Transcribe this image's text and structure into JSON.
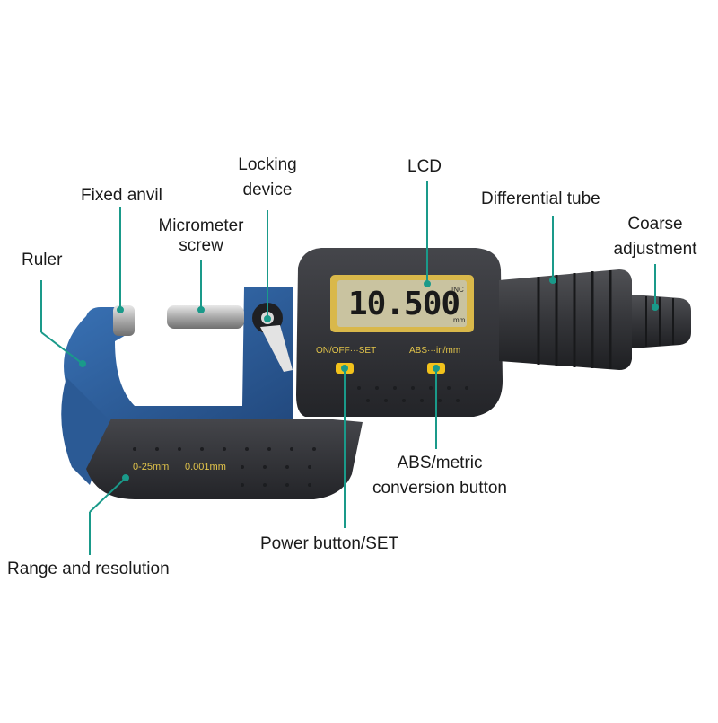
{
  "labels": {
    "ruler": "Ruler",
    "fixed_anvil": "Fixed anvil",
    "micrometer_screw_1": "Micrometer",
    "micrometer_screw_2": "screw",
    "locking_device_1": "Locking",
    "locking_device_2": "device",
    "lcd": "LCD",
    "differential_tube": "Differential tube",
    "coarse_adjustment_1": "Coarse",
    "coarse_adjustment_2": "adjustment",
    "abs_metric_1": "ABS/metric",
    "abs_metric_2": "conversion button",
    "power_button": "Power button/SET",
    "range_resolution": "Range and resolution"
  },
  "device": {
    "lcd_reading": "10.500",
    "lcd_unit_top": "INC",
    "lcd_unit_bottom": "mm",
    "button_left_label": "ON/OFF···SET",
    "button_right_label": "ABS···in/mm",
    "range_text": "0-25mm",
    "resolution_text": "0.001mm"
  },
  "colors": {
    "leader_line": "#1a9a8a",
    "frame_blue": "#2d5f9e",
    "body_dark": "#2e2f33",
    "lcd_bezel": "#d9b84a",
    "lcd_screen": "#c9c3a0",
    "button_yellow": "#f2c21b"
  }
}
